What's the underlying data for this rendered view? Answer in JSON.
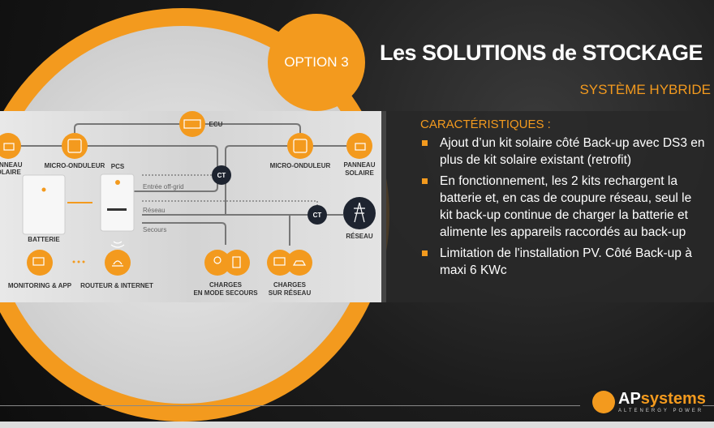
{
  "option_label": "OPTION 3",
  "title": "Les SOLUTIONS de STOCKAGE",
  "subtitle": "SYSTÈME HYBRIDE",
  "diagram": {
    "ecu": "ECU",
    "micro_left": "MICRO-ONDULEUR",
    "panel_left": [
      "PANNEAU",
      "SOLAIRE"
    ],
    "pcs": "PCS",
    "battery": "BATTERIE",
    "micro_right": "MICRO-ONDULEUR",
    "panel_right": [
      "PANNEAU",
      "SOLAIRE"
    ],
    "ct": "CT",
    "reseau": "RÉSEAU",
    "line_offgrid": "Entrée off-grid",
    "line_reseau": "Réseau",
    "line_secours": "Secours",
    "monitoring": "MONITORING & APP",
    "router": "ROUTEUR & INTERNET",
    "charges_secours": [
      "CHARGES",
      "EN MODE SECOURS"
    ],
    "charges_reseau": [
      "CHARGES",
      "SUR RÉSEAU"
    ]
  },
  "characteristics": {
    "heading": "CARACTÉRISTIQUES :",
    "items": [
      "Ajout d’un kit solaire côté Back-up avec DS3 en plus de kit solaire existant (retrofit)",
      "En fonctionnement, les 2 kits rechargent la batterie et, en cas de coupure réseau, seul le kit back-up continue de charger la batterie et alimente les appareils raccordés au back-up",
      "Limitation de l'installation PV. Côté Back-up à maxi 6 KWc"
    ]
  },
  "brand": {
    "name_a": "AP",
    "name_b": "systems",
    "tagline": "ALTENERGY POWER"
  },
  "colors": {
    "accent": "#f39a1e",
    "dark": "#1e2430"
  }
}
